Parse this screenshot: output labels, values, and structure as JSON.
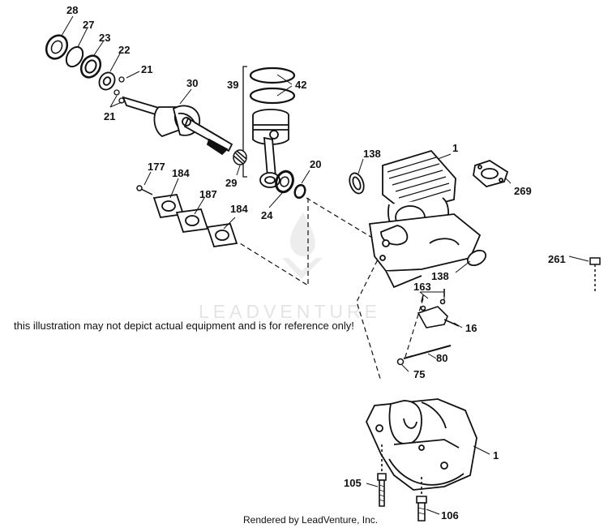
{
  "watermark": "LEADVENTURE",
  "notice": "this illustration may not depict actual equipment and is for reference only!",
  "footer": "Rendered by LeadVenture, Inc.",
  "callouts": [
    "28",
    "27",
    "23",
    "22",
    "21",
    "21",
    "30",
    "39",
    "42",
    "138",
    "1",
    "269",
    "177",
    "184",
    "187",
    "184",
    "29",
    "24",
    "20",
    "261",
    "138",
    "163",
    "16",
    "80",
    "75",
    "1",
    "105",
    "106"
  ]
}
